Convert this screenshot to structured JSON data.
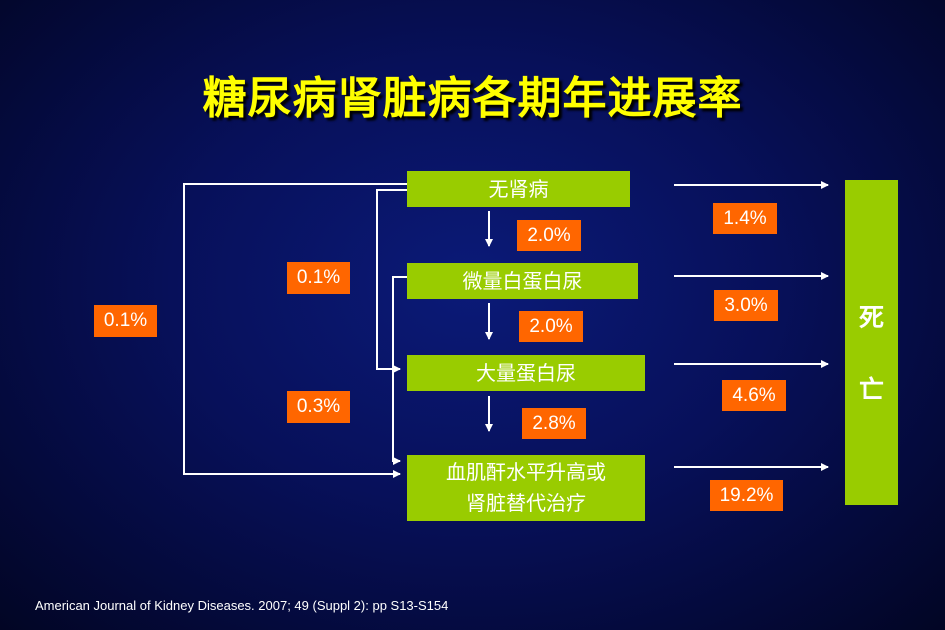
{
  "title": "糖尿病肾脏病各期年进展率",
  "stages": {
    "s1": "无肾病",
    "s2": "微量白蛋白尿",
    "s3": "大量蛋白尿",
    "s4_line1": "血肌酐水平升高或",
    "s4_line2": "肾脏替代治疗"
  },
  "progression_rates": {
    "s1_to_s2": "2.0%",
    "s2_to_s3": "2.0%",
    "s3_to_s4": "2.8%"
  },
  "skip_rates": {
    "s1_to_s3": "0.1%",
    "s2_to_s4": "0.3%",
    "s1_to_s4": "0.1%"
  },
  "death_rates": {
    "s1": "1.4%",
    "s2": "3.0%",
    "s3": "4.6%",
    "s4": "19.2%"
  },
  "death": {
    "char1": "死",
    "char2": "亡"
  },
  "citation": "American Journal of Kidney Diseases. 2007; 49 (Suppl 2): pp S13-S154",
  "colors": {
    "stage_box": "#99cc00",
    "rate_box": "#ff6600",
    "title": "#ffff00",
    "arrow": "#ffffff"
  }
}
